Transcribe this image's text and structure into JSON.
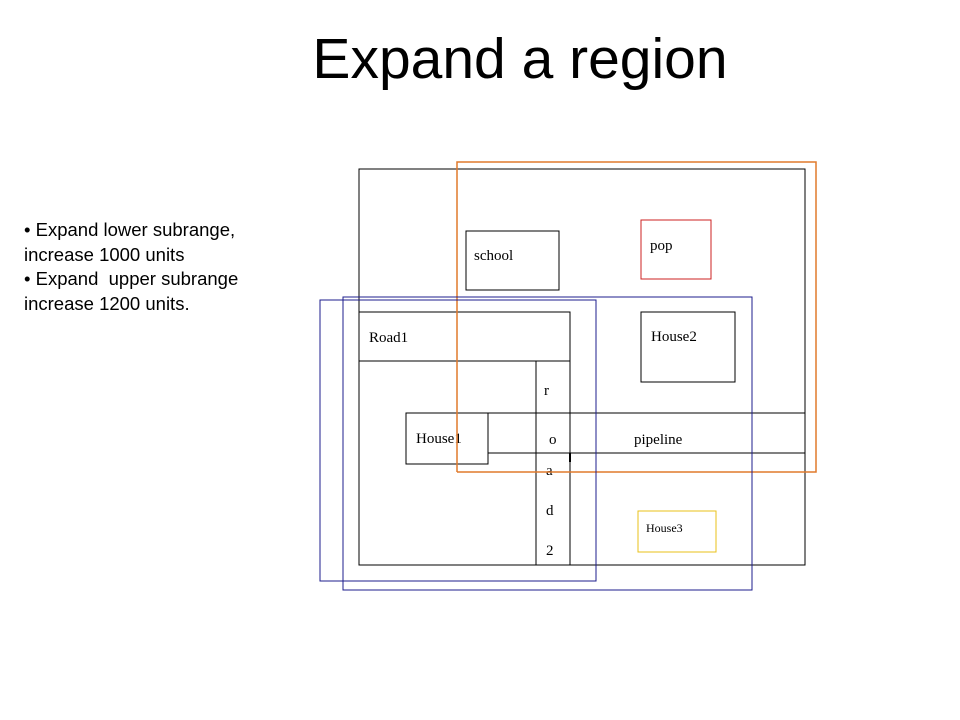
{
  "title": "Expand a region",
  "bullets": [
    "• Expand lower subrange,\nincrease 1000 units",
    "• Expand  upper subrange\nincrease 1200 units."
  ],
  "diagram": {
    "labels": {
      "school": "school",
      "pop": "pop",
      "road1": "Road1",
      "house2": "House2",
      "house1": "House1",
      "pipeline": "pipeline",
      "house3": "House3",
      "road2_letters": [
        "r",
        "o",
        "a",
        "d",
        "2"
      ]
    },
    "colors": {
      "original_region": "#000000",
      "upper_expanded_region": "#e07a2c",
      "lower_expanded_region": "#1c1c8c",
      "pop_box": "#cc2222",
      "house3_box": "#e8c21a"
    }
  }
}
